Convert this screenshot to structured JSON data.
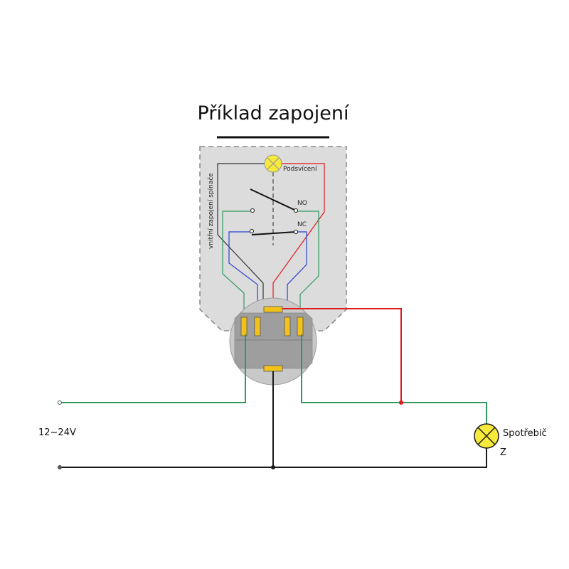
{
  "title": "Příklad zapojení",
  "labels": {
    "backlight": "Podsvícení",
    "no": "NO",
    "nc": "NC",
    "internal": "vnitřní zapojení spínače",
    "voltage": "12~24V",
    "load": "Spotřebič",
    "z": "Z"
  },
  "colors": {
    "green": "#2e9a5e",
    "red": "#e0191c",
    "black": "#1a1a1a",
    "blue": "#2b3fd1",
    "pin": "#f2c21a",
    "lamp": "#f7ea3a",
    "housing": "#c9c9c9",
    "dashed_box": "#dcdcdc"
  }
}
